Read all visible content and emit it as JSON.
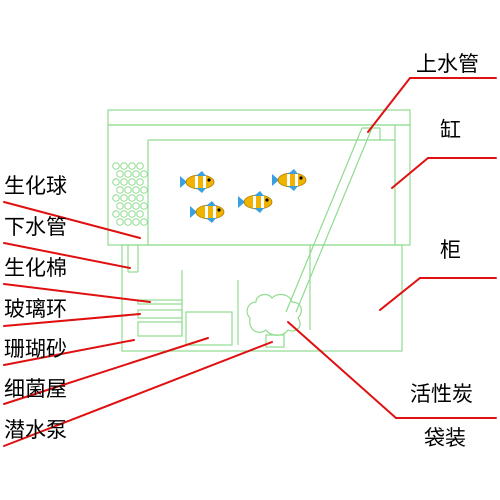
{
  "labels": {
    "inlet_pipe": "上水管",
    "tank": "缸",
    "cabinet": "柜",
    "bio_balls": "生化球",
    "down_pipe": "下水管",
    "bio_cotton": "生化棉",
    "glass_rings": "玻璃环",
    "coral_sand": "珊瑚砂",
    "bacteria_house": "细菌屋",
    "submersible_pump": "潜水泵",
    "carbon_line1": "活性炭",
    "carbon_line2": "袋装"
  },
  "colors": {
    "outline": "#8fdc8f",
    "leader": "#e01010",
    "fish_body": "#f0b400",
    "fish_fin": "#3aa0e0",
    "fish_stripe": "#ffffff"
  }
}
